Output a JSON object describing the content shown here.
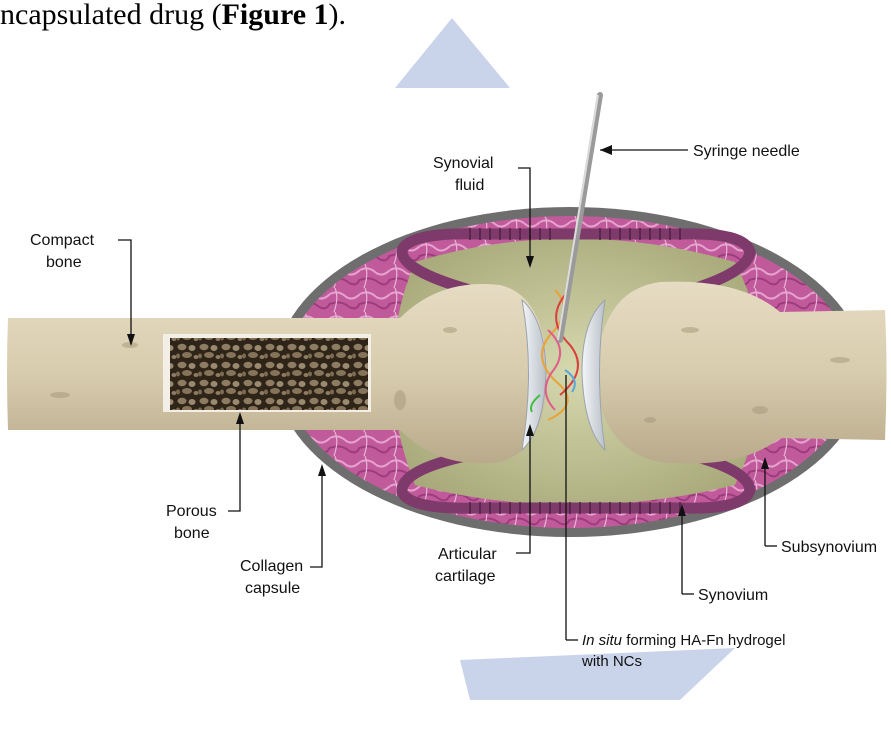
{
  "caption_fragment": {
    "text_before": "ncapsulated drug (",
    "figure_ref": "Figure 1",
    "text_after": ")."
  },
  "labels": {
    "syringe_needle": "Syringe needle",
    "synovial_fluid_line1": "Synovial",
    "synovial_fluid_line2": "fluid",
    "compact_bone_line1": "Compact",
    "compact_bone_line2": "bone",
    "porous_bone_line1": "Porous",
    "porous_bone_line2": "bone",
    "collagen_capsule_line1": "Collagen",
    "collagen_capsule_line2": "capsule",
    "articular_cartilage_line1": "Articular",
    "articular_cartilage_line2": "cartilage",
    "synovium": "Synovium",
    "subsynovium": "Subsynovium",
    "hydrogel_italic": "In situ",
    "hydrogel_rest_line1": " forming HA-Fn hydrogel",
    "hydrogel_line2": "with NCs"
  },
  "colors": {
    "bone": "#d9ceb3",
    "bone_shadow": "#a89a7c",
    "capsule": "#6e6e6e",
    "subsynovium": "#c45a9c",
    "synovium": "#7d3a6a",
    "fluid": "#c8c9a0",
    "cartilage": "#dfe3e8",
    "watermark": "#c9d3ea"
  }
}
